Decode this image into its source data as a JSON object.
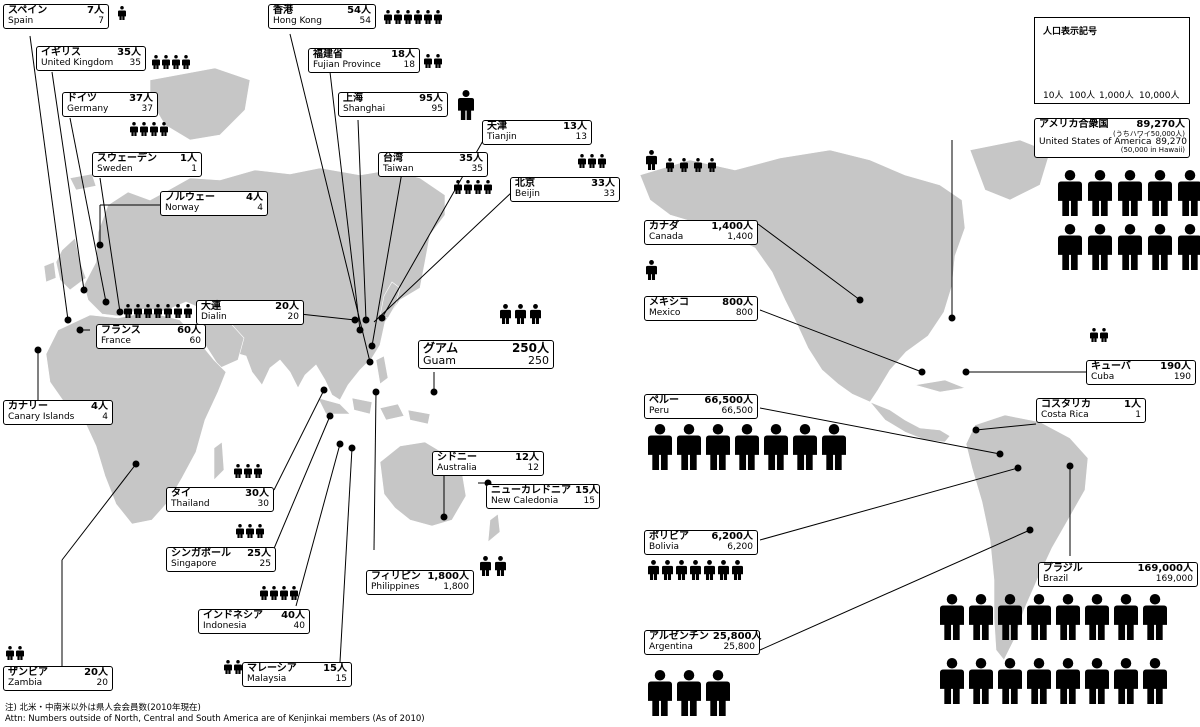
{
  "legend": {
    "title": "人口表示記号",
    "levels": [
      "10人",
      "100人",
      "1,000人",
      "10,000人"
    ]
  },
  "labels": {
    "spain": {
      "ja": "スペイン",
      "ja_count": "7人",
      "en": "Spain",
      "en_count": "7"
    },
    "uk": {
      "ja": "イギリス",
      "ja_count": "35人",
      "en": "United Kingdom",
      "en_count": "35"
    },
    "germany": {
      "ja": "ドイツ",
      "ja_count": "37人",
      "en": "Germany",
      "en_count": "37"
    },
    "sweden": {
      "ja": "スウェーデン",
      "ja_count": "1人",
      "en": "Sweden",
      "en_count": "1"
    },
    "norway": {
      "ja": "ノルウェー",
      "ja_count": "4人",
      "en": "Norway",
      "en_count": "4"
    },
    "dalian": {
      "ja": "大連",
      "ja_count": "20人",
      "en": "Dialin",
      "en_count": "20"
    },
    "france": {
      "ja": "フランス",
      "ja_count": "60人",
      "en": "France",
      "en_count": "60"
    },
    "canary": {
      "ja": "カナリー",
      "ja_count": "4人",
      "en": "Canary Islands",
      "en_count": "4"
    },
    "hongkong": {
      "ja": "香港",
      "ja_count": "54人",
      "en": "Hong Kong",
      "en_count": "54"
    },
    "fujian": {
      "ja": "福建省",
      "ja_count": "18人",
      "en": "Fujian Province",
      "en_count": "18"
    },
    "shanghai": {
      "ja": "上海",
      "ja_count": "95人",
      "en": "Shanghai",
      "en_count": "95"
    },
    "tianjin": {
      "ja": "天津",
      "ja_count": "13人",
      "en": "Tianjin",
      "en_count": "13"
    },
    "taiwan": {
      "ja": "台湾",
      "ja_count": "35人",
      "en": "Taiwan",
      "en_count": "35"
    },
    "beijing": {
      "ja": "北京",
      "ja_count": "33人",
      "en": "Beijin",
      "en_count": "33"
    },
    "guam": {
      "ja": "グアム",
      "ja_count": "250人",
      "en": "Guam",
      "en_count": "250"
    },
    "sydney": {
      "ja": "シドニー",
      "ja_count": "12人",
      "en": "Australia",
      "en_count": "12"
    },
    "newcaledonia": {
      "ja": "ニューカレドニア",
      "ja_count": "15人",
      "en": "New Caledonia",
      "en_count": "15"
    },
    "thailand": {
      "ja": "タイ",
      "ja_count": "30人",
      "en": "Thailand",
      "en_count": "30"
    },
    "singapore": {
      "ja": "シンガポール",
      "ja_count": "25人",
      "en": "Singapore",
      "en_count": "25"
    },
    "indonesia": {
      "ja": "インドネシア",
      "ja_count": "40人",
      "en": "Indonesia",
      "en_count": "40"
    },
    "philippines": {
      "ja": "フィリピン",
      "ja_count": "1,800人",
      "en": "Philippines",
      "en_count": "1,800"
    },
    "malaysia": {
      "ja": "マレーシア",
      "ja_count": "15人",
      "en": "Malaysia",
      "en_count": "15"
    },
    "zambia": {
      "ja": "ザンビア",
      "ja_count": "20人",
      "en": "Zambia",
      "en_count": "20"
    },
    "usa": {
      "ja": "アメリカ合衆国",
      "ja_count": "89,270人",
      "ja_sub": "(うちハワイ50,000人)",
      "en": "United States of America",
      "en_count": "89,270",
      "en_sub": "(50,000 in Hawaii)"
    },
    "canada": {
      "ja": "カナダ",
      "ja_count": "1,400人",
      "en": "Canada",
      "en_count": "1,400"
    },
    "mexico": {
      "ja": "メキシコ",
      "ja_count": "800人",
      "en": "Mexico",
      "en_count": "800"
    },
    "cuba": {
      "ja": "キューバ",
      "ja_count": "190人",
      "en": "Cuba",
      "en_count": "190"
    },
    "costarica": {
      "ja": "コスタリカ",
      "ja_count": "1人",
      "en": "Costa Rica",
      "en_count": "1"
    },
    "peru": {
      "ja": "ペルー",
      "ja_count": "66,500人",
      "en": "Peru",
      "en_count": "66,500"
    },
    "bolivia": {
      "ja": "ボリビア",
      "ja_count": "6,200人",
      "en": "Bolivia",
      "en_count": "6,200"
    },
    "argentina": {
      "ja": "アルゼンチン",
      "ja_count": "25,800人",
      "en": "Argentina",
      "en_count": "25,800"
    },
    "brazil": {
      "ja": "ブラジル",
      "ja_count": "169,000人",
      "en": "Brazil",
      "en_count": "169,000"
    }
  },
  "notes": {
    "ja": "注) 北米・中南米以外は県人会会員数(2010年現在)",
    "en": "Attn: Numbers outside of North, Central and South America are of Kenjinkai members (As of 2010)"
  }
}
